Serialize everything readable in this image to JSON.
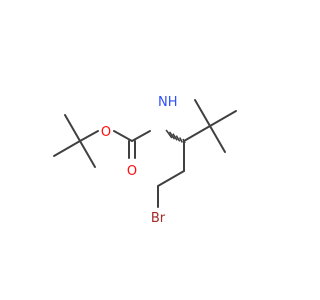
{
  "molecule": {
    "atoms": {
      "o_ether": "O",
      "o_carbonyl": "O",
      "nh": "NH",
      "br": "Br"
    },
    "colors": {
      "bond": "#404040",
      "oxygen": "#ff0d0d",
      "nitrogen": "#3050f8",
      "bromine": "#a62929"
    }
  }
}
